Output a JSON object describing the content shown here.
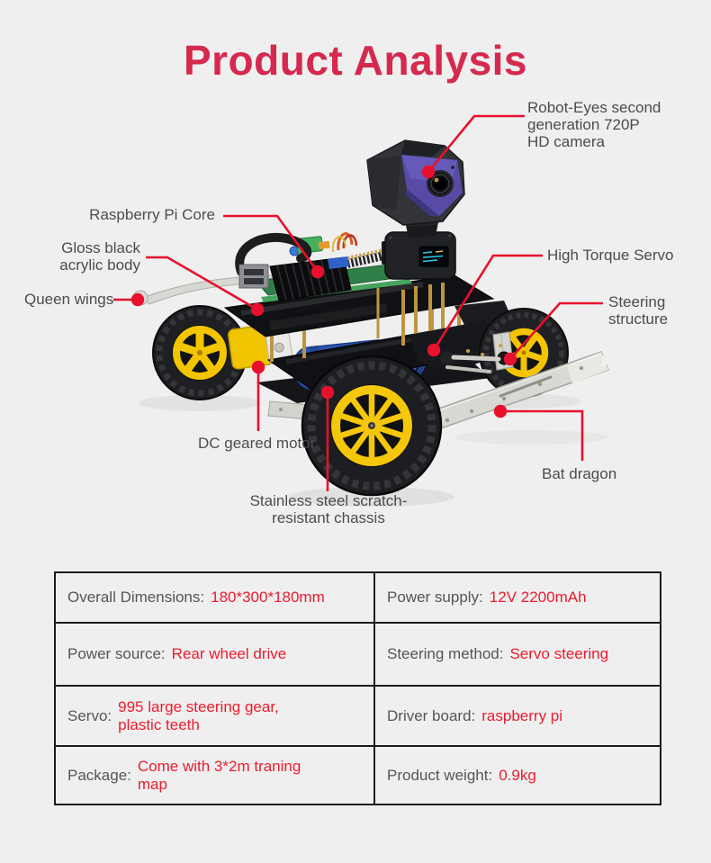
{
  "title": "Product Analysis",
  "colors": {
    "background": "#efefef",
    "title_red": "#d5294e",
    "leader_red": "#e8112d",
    "value_red": "#ed1c2e",
    "label_gray": "#4b4c4e",
    "wheel_yellow": "#f3c500",
    "camera_purple": "#584ba5"
  },
  "callouts": {
    "camera": "Robot-Eyes second\ngeneration 720P\nHD camera",
    "raspberry": "Raspberry Pi Core",
    "gloss": "Gloss black\nacrylic body",
    "queen": "Queen wings",
    "torque": "High Torque Servo",
    "steering": "Steering\nstructure",
    "motor": "DC geared motor",
    "chassis": "Stainless steel scratch-\nresistant chassis",
    "bat": "Bat dragon"
  },
  "table": {
    "rows": [
      {
        "cells": [
          {
            "label": "Overall Dimensions:",
            "value": "180*300*180mm"
          },
          {
            "label": "Power supply:",
            "value": "12V  2200mAh"
          }
        ]
      },
      {
        "cells": [
          {
            "label": "Power source:",
            "value": "Rear wheel drive"
          },
          {
            "label": "Steering method:",
            "value": "Servo steering"
          }
        ]
      },
      {
        "cells": [
          {
            "label": "Servo:",
            "value": "995 large steering gear,\nplastic teeth"
          },
          {
            "label": "Driver board:",
            "value": "raspberry pi"
          }
        ]
      },
      {
        "cells": [
          {
            "label": "Package:",
            "value": "Come with 3*2m traning\nmap"
          },
          {
            "label": "Product weight:",
            "value": "0.9kg"
          }
        ]
      }
    ]
  }
}
